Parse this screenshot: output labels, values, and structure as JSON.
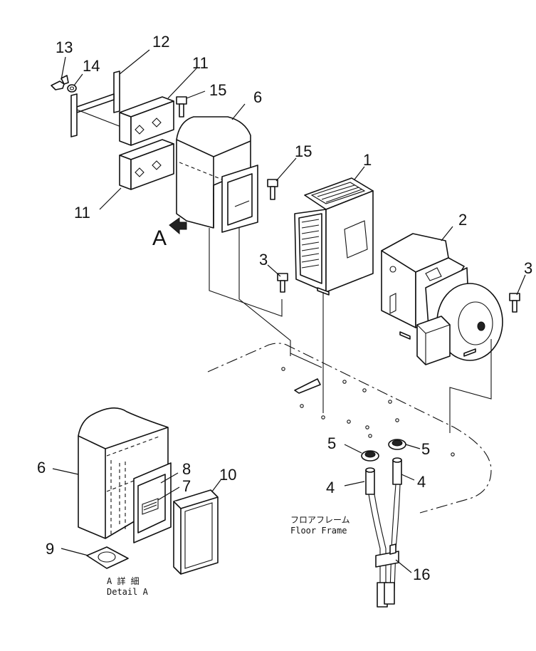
{
  "callouts": {
    "c1": "1",
    "c2": "2",
    "c3a": "3",
    "c3b": "3",
    "c4a": "4",
    "c4b": "4",
    "c5a": "5",
    "c5b": "5",
    "c6a": "6",
    "c6b": "6",
    "c7": "7",
    "c8": "8",
    "c9": "9",
    "c10": "10",
    "c11a": "11",
    "c11b": "11",
    "c12": "12",
    "c13": "13",
    "c14": "14",
    "c15a": "15",
    "c15b": "15",
    "c16": "16"
  },
  "view_marker": "A",
  "labels": {
    "floor_frame_jp": "フロアフレーム",
    "floor_frame_en": "Floor Frame",
    "detail_jp": "A 詳 細",
    "detail_en": "Detail A"
  }
}
